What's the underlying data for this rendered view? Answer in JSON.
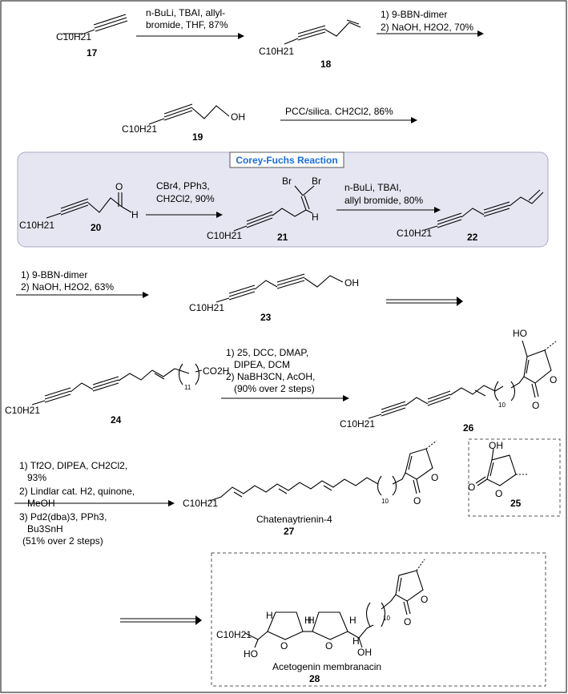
{
  "step1": {
    "lines": [
      "n-BuLi, TBAI, allyl-",
      "bromide, THF, 87%"
    ]
  },
  "step2": {
    "lines": [
      "1) 9-BBN-dimer",
      "2) NaOH, H2O2, 70%"
    ]
  },
  "step3": {
    "lines": [
      "PCC/silica. CH2Cl2, 86%"
    ]
  },
  "corey_fuchs": {
    "title": "Corey-Fuchs Reaction"
  },
  "step4": {
    "lines": [
      "CBr4, PPh3,",
      "CH2Cl2, 90%"
    ]
  },
  "step5": {
    "lines": [
      "n-BuLi, TBAI,",
      "allyl bromide, 80%"
    ]
  },
  "step6": {
    "lines": [
      "1) 9-BBN-dimer",
      "2) NaOH, H2O2, 63%"
    ]
  },
  "step7": {
    "lines": [
      "1) 25, DCC, DMAP,",
      "DIPEA, DCM",
      "2) NaBH3CN, AcOH,",
      "(90% over 2 steps)"
    ]
  },
  "step8": {
    "lines": [
      "1) Tf2O, DIPEA, CH2Cl2,",
      "93%",
      "2) Lindlar cat. H2, quinone,",
      "MeOH",
      "3) Pd2(dba)3, PPh3,",
      "Bu3SnH",
      "(51% over 2 steps)"
    ]
  },
  "compounds": {
    "c17": "17",
    "c18": "18",
    "c19": "19",
    "c20": "20",
    "c21": "21",
    "c22": "22",
    "c23": "23",
    "c24": "24",
    "c25": "25",
    "c26": "26",
    "c27": "27",
    "c28": "28",
    "name27": "Chatenaytrienin-4",
    "name28": "Acetogenin membranacin"
  },
  "atoms": {
    "alkyl": "C10H21",
    "oh": "OH",
    "ho": "HO",
    "o": "O",
    "h": "H",
    "br": "Br",
    "co2h": "CO2H",
    "sub10": "10",
    "sub11": "11"
  },
  "colors": {
    "box_fill": "#e6e6f2",
    "box_border": "#a9a9c4",
    "title_color": "#1a6fd8",
    "title_border": "#555555"
  }
}
